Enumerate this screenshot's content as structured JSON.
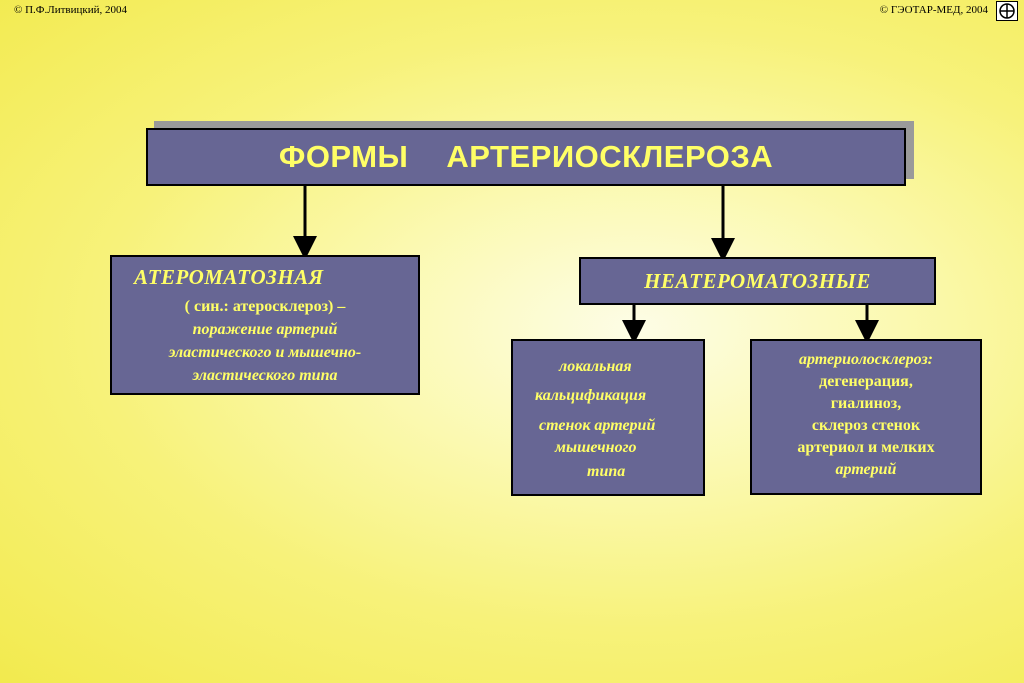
{
  "header": {
    "left": "© П.Ф.Литвицкий, 2004",
    "right": "© ГЭОТАР-МЕД, 2004"
  },
  "diagram": {
    "title_word1": "ФОРМЫ",
    "title_word2": "АРТЕРИОСКЛЕРОЗА",
    "atheromatous": {
      "title": "АТЕРОМАТОЗНАЯ",
      "lines": [
        "( син.: атеросклероз) –",
        "поражение артерий",
        "эластического и мышечно-",
        "эластического типа"
      ]
    },
    "non_atheromatous": {
      "title": "НЕАТЕРОМАТОЗНЫЕ"
    },
    "local_calcification": {
      "lines": [
        "локальная",
        "кальцификация",
        "стенок артерий",
        "мышечного",
        "типа"
      ]
    },
    "arteriolosclerosis": {
      "lines": [
        "артериолосклероз:",
        "дегенерация,",
        "гиалиноз,",
        "склероз стенок",
        "артериол и мелких",
        "артерий"
      ]
    }
  },
  "colors": {
    "box_fill": "#676694",
    "box_text": "#ffff66",
    "shadow": "#9a9a9a"
  }
}
